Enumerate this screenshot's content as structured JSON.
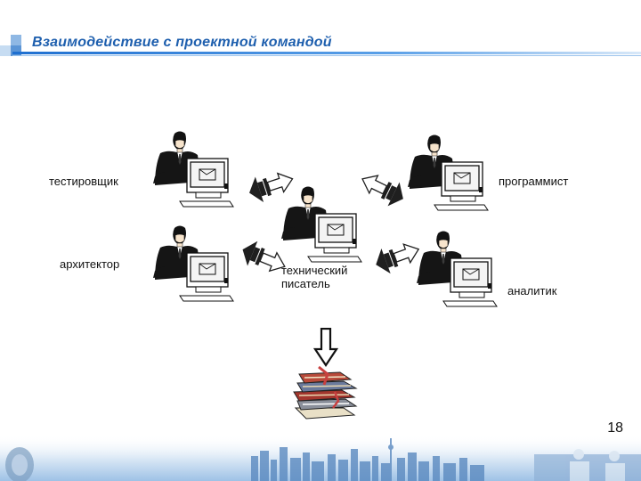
{
  "slide": {
    "title": "Взаимодействие с проектной командой",
    "page_number": "18"
  },
  "roles": {
    "tester": "тестировщик",
    "architect": "архитектор",
    "tech_writer": "технический\nписатель",
    "programmer": "программист",
    "analyst": "аналитик"
  },
  "colors": {
    "title": "#1e5fae",
    "rule": "#1e6fd0",
    "arrow": "#1f1f1f"
  }
}
